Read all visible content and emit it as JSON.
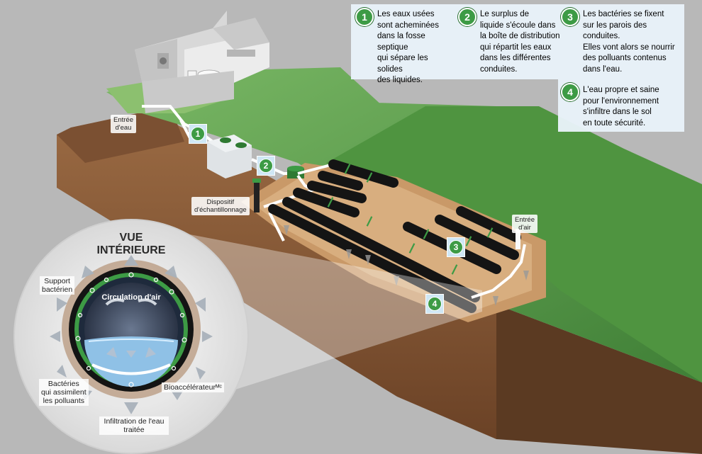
{
  "steps": [
    {
      "num": "1",
      "text": "Les eaux usées\nsont acheminées\ndans la fosse septique\nqui sépare les solides\ndes liquides."
    },
    {
      "num": "2",
      "text": "Le surplus de\nliquide s'écoule dans\nla boîte de distribution\nqui répartit les eaux\ndans les différentes\nconduites."
    },
    {
      "num": "3",
      "text": "Les bactéries se fixent\nsur les parois des conduites.\nElles vont alors se nourrir\ndes polluants contenus\ndans l'eau."
    },
    {
      "num": "4",
      "text": "L'eau propre et saine\npour l'environnement\ns'infiltre dans le sol\nen toute sécurité."
    }
  ],
  "labels": {
    "entree_eau": "Entrée\nd'eau",
    "dispositif": "Dispositif\nd'échantillonnage",
    "entree_air": "Entrée\nd'air"
  },
  "inset": {
    "title": "VUE\nINTÉRIEURE",
    "circulation": "Circulation d'air",
    "support": "Support\nbactérien",
    "bacteries": "Bactéries\nqui assimilent\nles polluants",
    "bioaccelerateur": "Bioaccélérateurᴹᶜ",
    "infiltration": "Infiltration de l'eau\ntraitée"
  },
  "colors": {
    "accent_green": "#3d9b45",
    "grass": "#5a9a4a",
    "soil": "#8a5a35",
    "pipe": "#1a1a1a",
    "box_bg": "#e9f3fa"
  }
}
